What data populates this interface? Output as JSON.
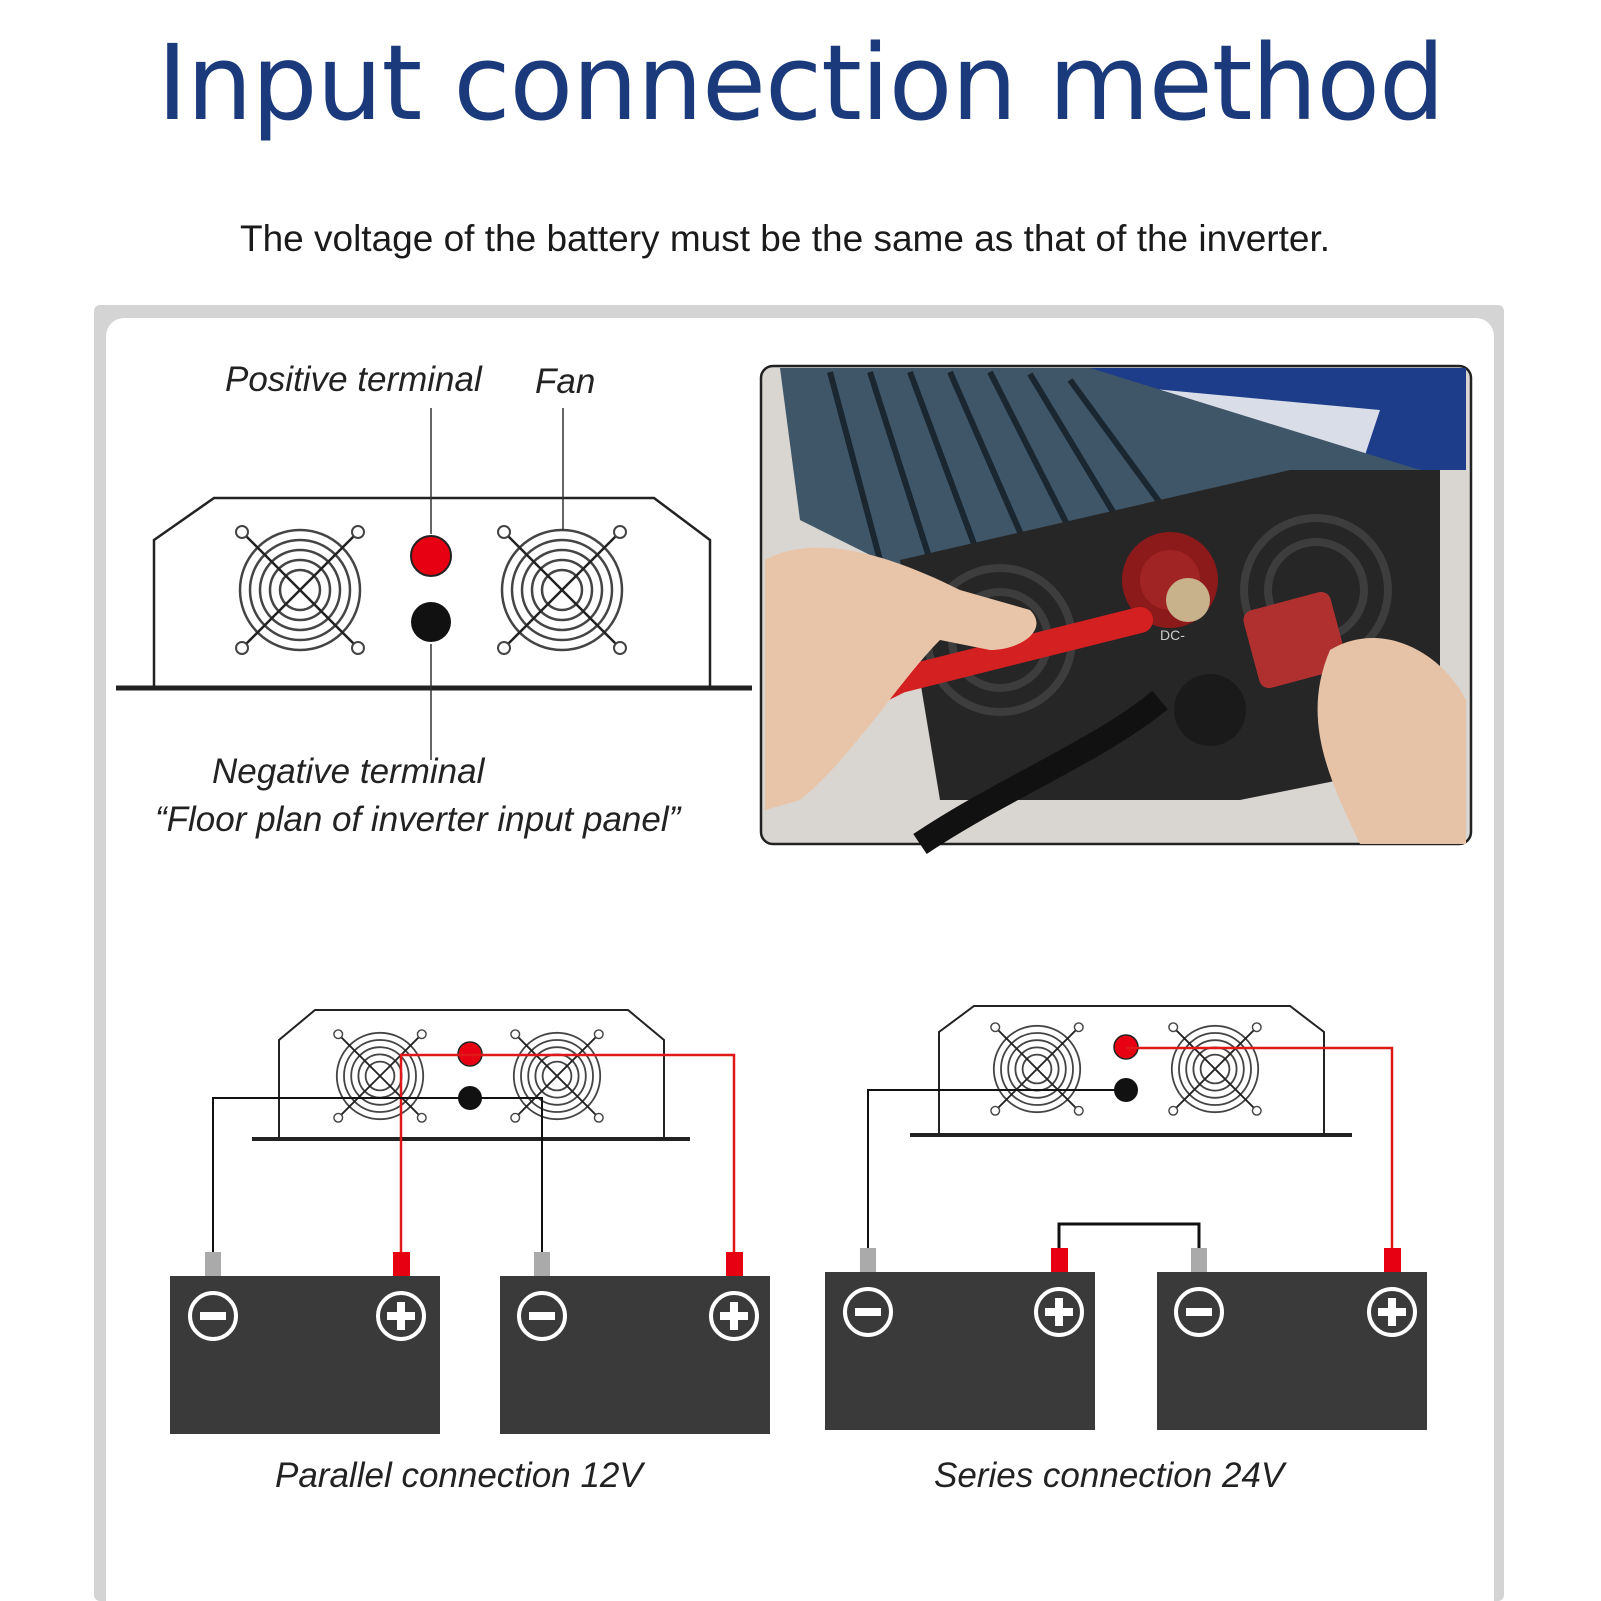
{
  "header": {
    "title": "Input connection method",
    "subtitle": "The voltage of the battery must be the same as that of the inverter."
  },
  "top_diagram": {
    "positive_label": "Positive terminal",
    "fan_label": "Fan",
    "negative_label": "Negative terminal",
    "caption": "“Floor plan of inverter input panel”"
  },
  "photo": {
    "dc_label": "DC-"
  },
  "parallel": {
    "caption": "Parallel connection 12V",
    "system_voltage": 12
  },
  "series": {
    "caption": "Series connection 24V",
    "system_voltage": 24
  },
  "colors": {
    "title": "#1a3a7c",
    "positive": "#e60012",
    "negative": "#000000",
    "battery": "#3a3a3a",
    "wire_red": "#e01818",
    "wire_black": "#111111"
  }
}
